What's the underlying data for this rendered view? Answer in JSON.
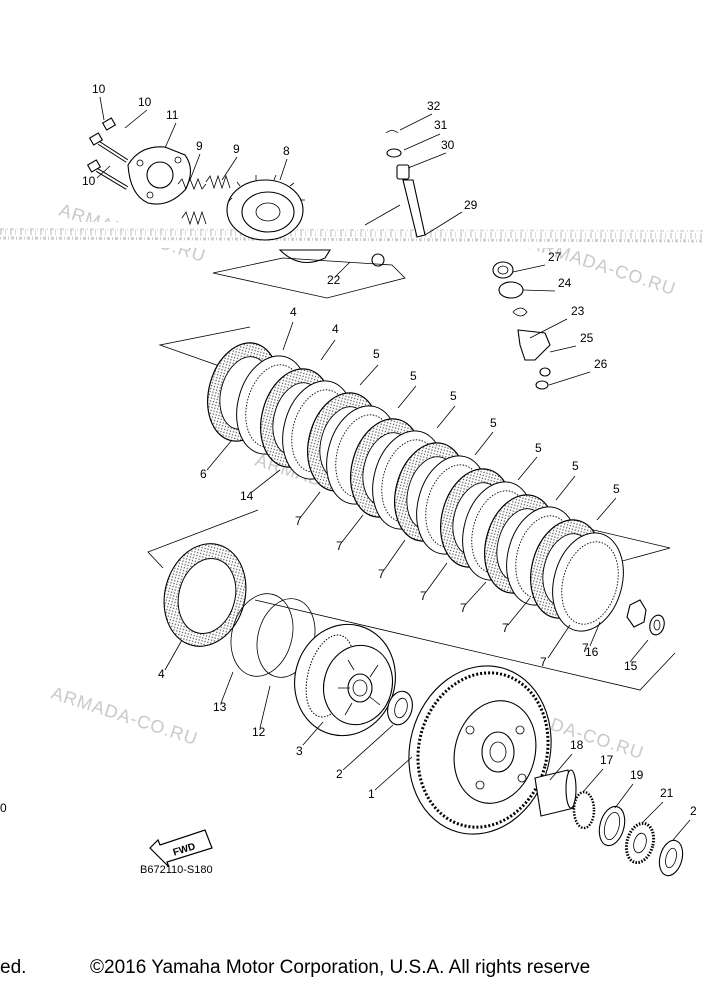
{
  "callouts": [
    {
      "id": "c10a",
      "label": "10"
    },
    {
      "id": "c10b",
      "label": "10"
    },
    {
      "id": "c11",
      "label": "11"
    },
    {
      "id": "c10c",
      "label": "10"
    },
    {
      "id": "c9a",
      "label": "9"
    },
    {
      "id": "c9b",
      "label": "9"
    },
    {
      "id": "c8",
      "label": "8"
    },
    {
      "id": "c32",
      "label": "32"
    },
    {
      "id": "c31",
      "label": "31"
    },
    {
      "id": "c30",
      "label": "30"
    },
    {
      "id": "c29",
      "label": "29"
    },
    {
      "id": "c22",
      "label": "22"
    },
    {
      "id": "c27",
      "label": "27"
    },
    {
      "id": "c24",
      "label": "24"
    },
    {
      "id": "c23",
      "label": "23"
    },
    {
      "id": "c25",
      "label": "25"
    },
    {
      "id": "c26",
      "label": "26"
    },
    {
      "id": "c4a",
      "label": "4"
    },
    {
      "id": "c4b",
      "label": "4"
    },
    {
      "id": "c5a",
      "label": "5"
    },
    {
      "id": "c5b",
      "label": "5"
    },
    {
      "id": "c5c",
      "label": "5"
    },
    {
      "id": "c5d",
      "label": "5"
    },
    {
      "id": "c5e",
      "label": "5"
    },
    {
      "id": "c5f",
      "label": "5"
    },
    {
      "id": "c5g",
      "label": "5"
    },
    {
      "id": "c6",
      "label": "6"
    },
    {
      "id": "c14",
      "label": "14"
    },
    {
      "id": "c7a",
      "label": "7"
    },
    {
      "id": "c7b",
      "label": "7"
    },
    {
      "id": "c7c",
      "label": "7"
    },
    {
      "id": "c7d",
      "label": "7"
    },
    {
      "id": "c7e",
      "label": "7"
    },
    {
      "id": "c7f",
      "label": "7"
    },
    {
      "id": "c7g",
      "label": "7"
    },
    {
      "id": "c7h",
      "label": "7"
    },
    {
      "id": "c16",
      "label": "16"
    },
    {
      "id": "c15",
      "label": "15"
    },
    {
      "id": "c4c",
      "label": "4"
    },
    {
      "id": "c13",
      "label": "13"
    },
    {
      "id": "c12",
      "label": "12"
    },
    {
      "id": "c3",
      "label": "3"
    },
    {
      "id": "c2",
      "label": "2"
    },
    {
      "id": "c1",
      "label": "1"
    },
    {
      "id": "c18",
      "label": "18"
    },
    {
      "id": "c17",
      "label": "17"
    },
    {
      "id": "c19",
      "label": "19"
    },
    {
      "id": "c21",
      "label": "21"
    },
    {
      "id": "c20",
      "label": "2"
    },
    {
      "id": "c0",
      "label": "0"
    }
  ],
  "watermark": "ARMADA-CO.RU",
  "fwd_label": "FWD",
  "ref_code": "B672110-S180",
  "copyright_left": "ed.",
  "copyright_main": "©2016 Yamaha Motor Corporation, U.S.A. All rights reserve"
}
